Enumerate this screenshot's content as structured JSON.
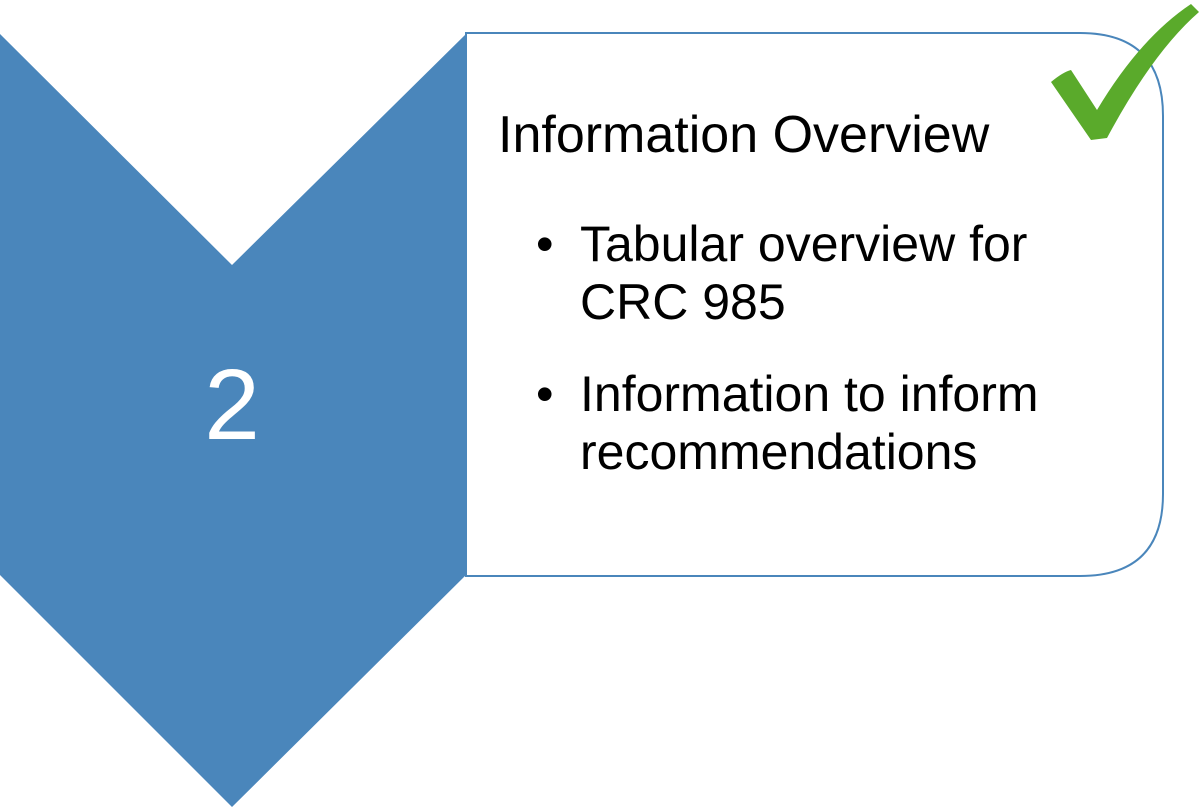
{
  "step": {
    "number": "2",
    "chevron_color": "#4A86BB"
  },
  "box": {
    "title": "Information Overview",
    "border_color": "#4A86BB",
    "bullets": [
      "Tabular overview for CRC 985",
      "Information to inform recommendations"
    ]
  },
  "checkmark": {
    "icon": "checkmark-icon",
    "color": "#5AAA2B"
  }
}
